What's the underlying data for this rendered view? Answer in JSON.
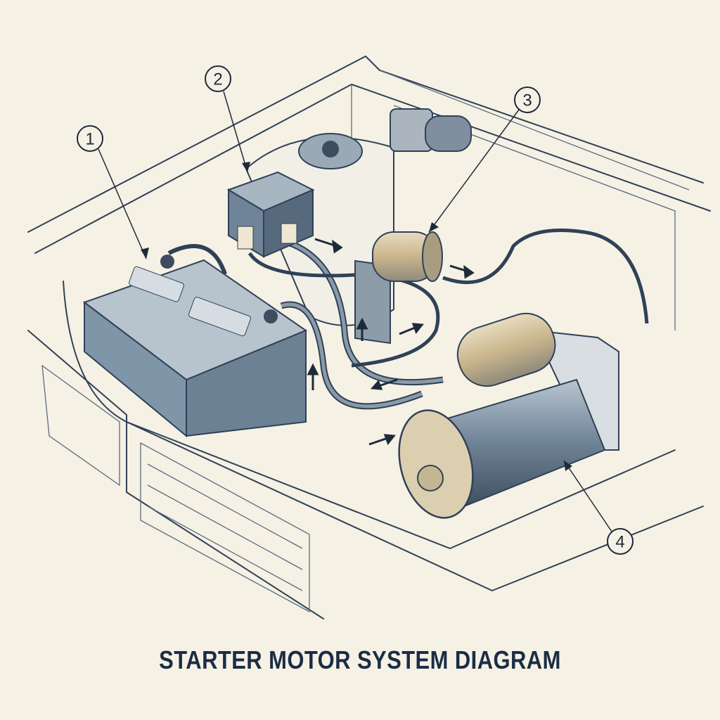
{
  "title": "STARTER MOTOR SYSTEM DIAGRAM",
  "callouts": [
    {
      "number": "1",
      "component": "battery"
    },
    {
      "number": "2",
      "component": "relay"
    },
    {
      "number": "3",
      "component": "solenoid"
    },
    {
      "number": "4",
      "component": "starter-motor"
    }
  ],
  "colors": {
    "background": "#f5f1e4",
    "ink": "#2f4157",
    "battery": "#7f95a8",
    "brass": "#c9b58c",
    "title": "#1b2d45"
  }
}
